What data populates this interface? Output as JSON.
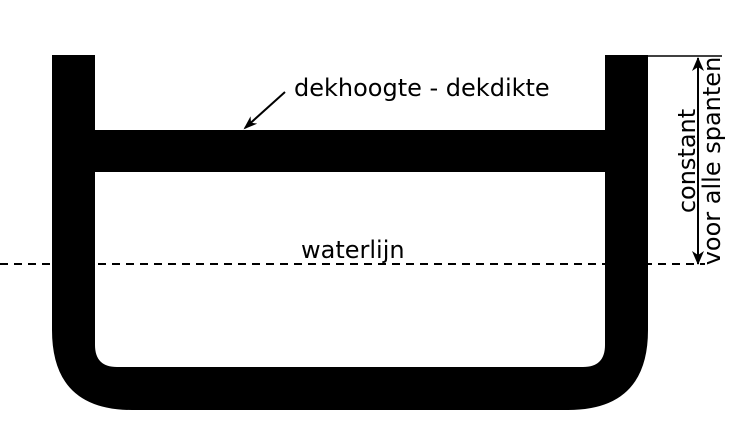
{
  "labels": {
    "deck": "dekhoogte - dekdikte",
    "waterline": "waterlijn",
    "constant_line1": "constant",
    "constant_line2": "voor alle spanten"
  },
  "colors": {
    "hull": "#000000",
    "background": "#ffffff"
  }
}
